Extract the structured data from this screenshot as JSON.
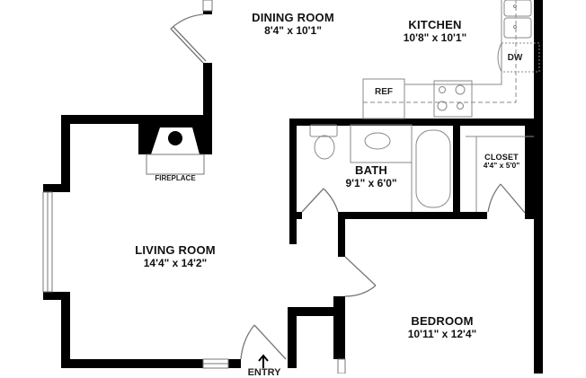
{
  "floorplan": {
    "rooms": [
      {
        "id": "dining",
        "name": "DINING ROOM",
        "dimensions": "8'4\" x 10'1\""
      },
      {
        "id": "kitchen",
        "name": "KITCHEN",
        "dimensions": "10'8\" x 10'1\""
      },
      {
        "id": "bath",
        "name": "BATH",
        "dimensions": "9'1\" x 6'0\""
      },
      {
        "id": "closet",
        "name": "CLOSET",
        "dimensions": "4'4\" x 5'0\""
      },
      {
        "id": "living",
        "name": "LIVING ROOM",
        "dimensions": "14'4\" x 14'2\""
      },
      {
        "id": "bedroom",
        "name": "BEDROOM",
        "dimensions": "10'11\" x 12'4\""
      }
    ],
    "fixtures": {
      "fireplace": "FIREPLACE",
      "refrigerator": "REF",
      "dishwasher": "DW",
      "entry": "ENTRY"
    },
    "colors": {
      "wall": "#000000",
      "fixture_line": "#888888",
      "background": "#ffffff"
    }
  }
}
